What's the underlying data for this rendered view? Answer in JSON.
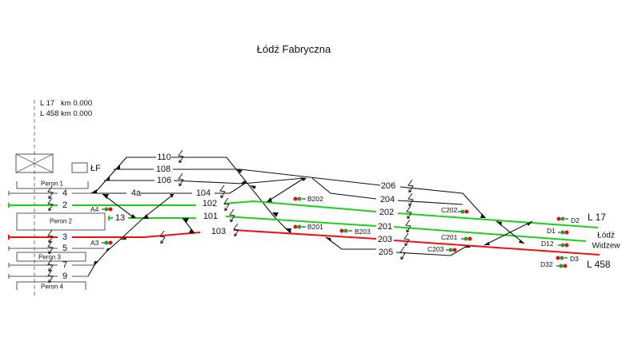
{
  "title": "Łódź Fabryczna",
  "kilometrage": [
    "L 17   km 0.000",
    "L 458 km 0.000"
  ],
  "building_label": "ŁF",
  "platforms": [
    "Peron 1",
    "Peron 2",
    "Peron 3",
    "Peron 4"
  ],
  "tracks": {
    "t4": "4",
    "t2": "2",
    "t13": "13",
    "t3": "3",
    "t5": "5",
    "t7": "7",
    "t9": "9",
    "t4a": "4a",
    "t110": "110",
    "t108": "108",
    "t106": "106",
    "t104": "104",
    "t102": "102",
    "t101": "101",
    "t103": "103",
    "t206": "206",
    "t204": "204",
    "t202": "202",
    "t201": "201",
    "t203": "203",
    "t205": "205"
  },
  "signals": {
    "A4": "A4",
    "A3": "A3",
    "B202": "B202",
    "B201": "B201",
    "B203": "B203",
    "C202": "C202",
    "C201": "C201",
    "C203": "C203",
    "D2": "D2",
    "D1": "D1",
    "D12": "D12",
    "D3": "D3",
    "D32": "D32"
  },
  "destinations": {
    "line17": "L 17",
    "station_line1": "Łódź",
    "station_line2": "Widzew",
    "line458": "L 458"
  },
  "colors": {
    "green_route": "#1ed01e",
    "red_route": "#f01010",
    "track": "#111111",
    "station_track": "#777777"
  }
}
